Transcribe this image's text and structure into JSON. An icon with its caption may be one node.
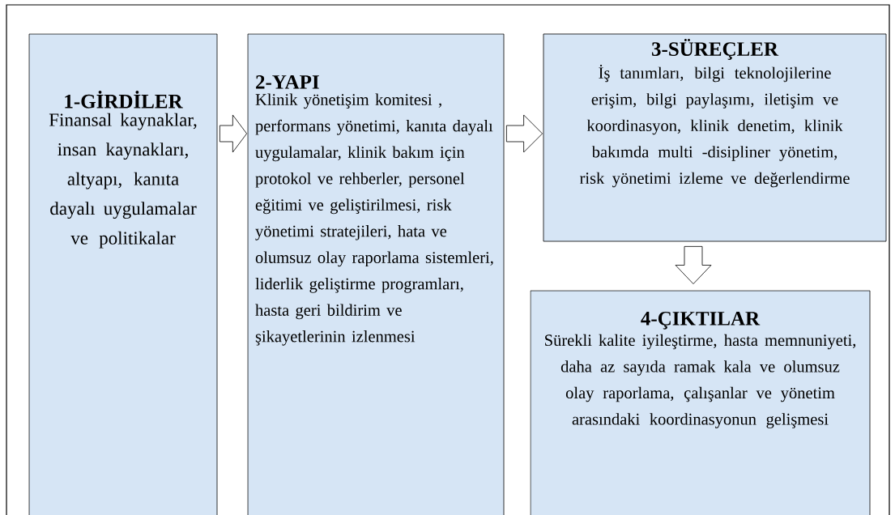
{
  "diagram": {
    "nodes": [
      {
        "text": [
          "1-GİRDİLER",
          "Finansal kaynaklar, insan kaynakları, altyapı, kanıta dayalı uygulamalar ve politikalar"
        ]
      },
      {
        "text": [
          "2-YAPI",
          "Klinik yönetişim komitesi , performans yönetimi, kanıta dayalı uygulamalar, klinik bakım için protokol ve rehberler, personel eğitimi ve geliştirilmesi, risk yönetimi stratejileri, hata ve olumsuz olay raporlama sistemleri, liderlik geliştirme programları, hasta geri bildirim ve şikayetlerinin izlenmesi"
        ]
      },
      {
        "text": [
          "3-SÜREÇLER",
          "İş tanımları, bilgi teknolojilerine erişim, bilgi paylaşımı, iletişim ve koordinasyon, klinik denetim, klinik bakımda multi -disipliner yönetim, risk yönetimi izleme ve değerlendirme"
        ]
      },
      {
        "text": [
          "4-ÇIKTILAR",
          "Sürekli kalite iyileştirme, hasta memnuniyeti, daha az sayıda ramak kala ve olumsuz olay raporlama, çalışanlar ve yönetim arasındaki koordinasyonun gelişmesi"
        ]
      }
    ],
    "edges": [
      {
        "from": 0,
        "to": 1,
        "arrow": "to"
      },
      {
        "from": 1,
        "to": 2,
        "arrow": "to"
      },
      {
        "from": 2,
        "to": 3,
        "arrow": "to"
      }
    ]
  }
}
